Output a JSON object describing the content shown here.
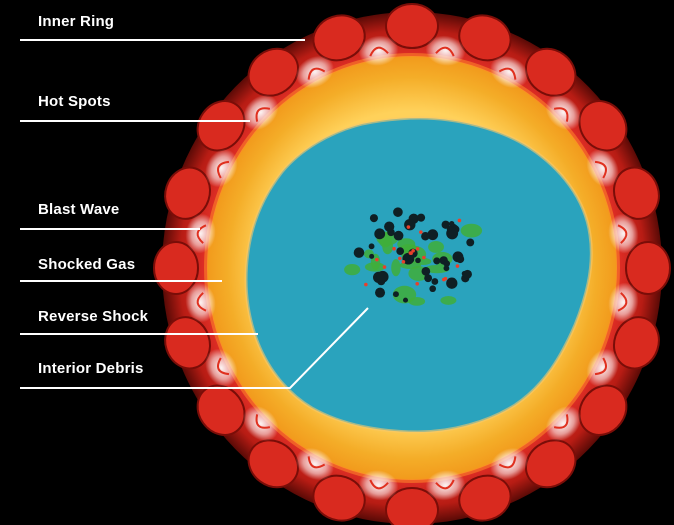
{
  "labels": {
    "inner_ring": "Inner Ring",
    "hot_spots": "Hot Spots",
    "blast_wave": "Blast Wave",
    "shocked_gas": "Shocked Gas",
    "reverse_shock": "Reverse Shock",
    "interior_debris": "Interior Debris"
  },
  "colors": {
    "background": "#000000",
    "outer_ring": "#c8281b",
    "shocked_gas": "#f5b531",
    "interior": "#2aa3bd",
    "debris_green": "#3fae3a",
    "debris_dark": "#0f1f24",
    "leader_line": "#ffffff"
  }
}
